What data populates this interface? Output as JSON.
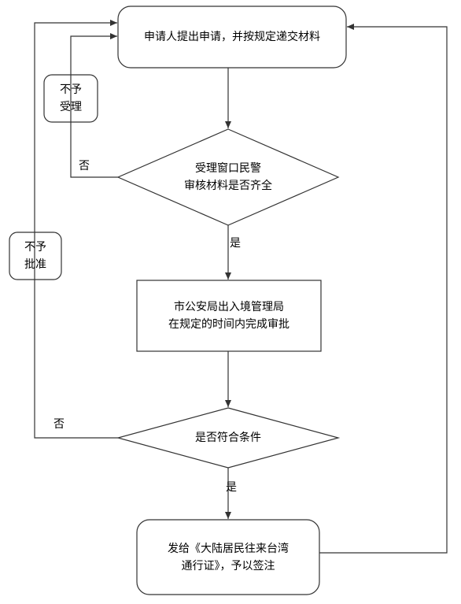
{
  "flowchart": {
    "node_submit": "申请人提出申请，并按规定递交材料",
    "node_check_line1": "受理窗口民警",
    "node_check_line2": "审核材料是否齐全",
    "node_approve_line1": "市公安局出入境管理局",
    "node_approve_line2": "在规定的时间内完成审批",
    "node_eligible": "是否符合条件",
    "node_issue_line1": "发给《大陆居民往来台湾",
    "node_issue_line2": "通行证》，予以签注",
    "note_reject_accept_line1": "不予",
    "note_reject_accept_line2": "受理",
    "note_reject_approve_line1": "不予",
    "note_reject_approve_line2": "批准",
    "label_no_1": "否",
    "label_yes_1": "是",
    "label_no_2": "否",
    "label_yes_2": "是"
  },
  "colors": {
    "stroke": "#333333",
    "fill": "#ffffff",
    "text": "#000000"
  }
}
